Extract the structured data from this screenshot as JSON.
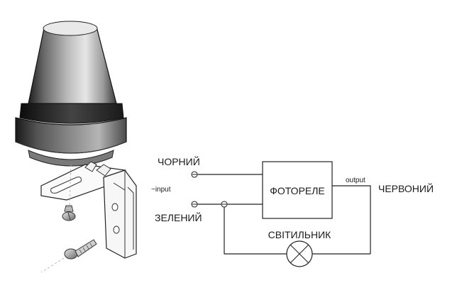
{
  "labels": {
    "black": "ЧОРНИЙ",
    "input": "~input",
    "green": "ЗЕЛЕНИЙ",
    "relay": "ФОТОРЕЛЕ",
    "output": "output",
    "red": "ЧЕРВОНИЙ",
    "lamp": "СВІТИЛЬНИК"
  }
}
